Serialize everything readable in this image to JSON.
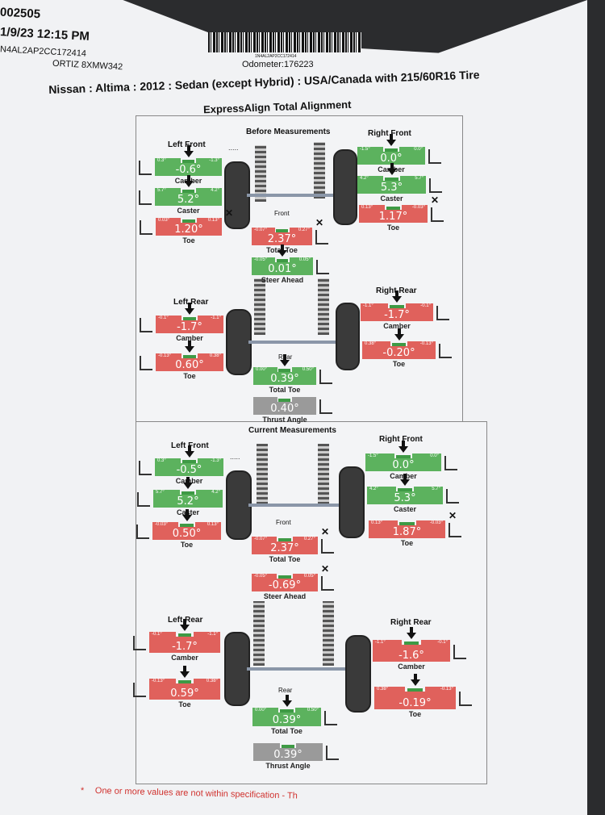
{
  "header": {
    "ro_number": "002505",
    "datetime": "1/9/23 12:15 PM",
    "vin": "N4AL2AP2CC172414",
    "customer": "ORTIZ 8XMW342",
    "barcode_text": "1N4AL2AP2CC172414",
    "odometer": "Odometer:176223",
    "vehicle": "Nissan : Altima : 2012 : Sedan (except Hybrid) : USA/Canada with 215/60R16 Tire",
    "procedure": "ExpressAlign Total Alignment"
  },
  "before": {
    "title": "Before Measurements",
    "corners": {
      "lf": "Left Front",
      "rf": "Right Front",
      "lr": "Left Rear",
      "rr": "Right Rear",
      "front": "Front",
      "rear": "Rear"
    },
    "gauges": {
      "lf_camber": {
        "label": "Camber",
        "value": "-0.6°",
        "min": "0.3°",
        "max": "-1.3°",
        "status": "green",
        "arrow": true,
        "x": false
      },
      "lf_caster": {
        "label": "Caster",
        "value": "5.2°",
        "min": "5.7°",
        "max": "4.2°",
        "status": "green",
        "arrow": true,
        "x": false
      },
      "lf_toe": {
        "label": "Toe",
        "value": "1.20°",
        "min": "0.03°",
        "max": "0.13°",
        "status": "red",
        "arrow": false,
        "x": true
      },
      "rf_camber": {
        "label": "Camber",
        "value": "0.0°",
        "min": "-1.5°",
        "max": "0.0°",
        "status": "green",
        "arrow": true,
        "x": false
      },
      "rf_caster": {
        "label": "Caster",
        "value": "5.3°",
        "min": "4.2°",
        "max": "5.7°",
        "status": "green",
        "arrow": true,
        "x": false
      },
      "rf_toe": {
        "label": "Toe",
        "value": "1.17°",
        "min": "0.13°",
        "max": "-0.03°",
        "status": "red",
        "arrow": false,
        "x": true
      },
      "front_total_toe": {
        "label": "Total Toe",
        "value": "2.37°",
        "min": "-0.07°",
        "max": "0.27°",
        "status": "red",
        "arrow": false,
        "x": true
      },
      "steer_ahead": {
        "label": "Steer Ahead",
        "value": "0.01°",
        "min": "-0.05°",
        "max": "0.05°",
        "status": "green",
        "arrow": true,
        "x": false
      },
      "lr_camber": {
        "label": "Camber",
        "value": "-1.7°",
        "min": "-0.1°",
        "max": "-1.1°",
        "status": "red",
        "arrow": true,
        "x": false
      },
      "lr_toe": {
        "label": "Toe",
        "value": "0.60°",
        "min": "-0.13°",
        "max": "0.38°",
        "status": "red",
        "arrow": true,
        "x": false
      },
      "rr_camber": {
        "label": "Camber",
        "value": "-1.7°",
        "min": "-1.1°",
        "max": "-0.1°",
        "status": "red",
        "arrow": true,
        "x": false
      },
      "rr_toe": {
        "label": "Toe",
        "value": "-0.20°",
        "min": "0.38°",
        "max": "-0.13°",
        "status": "red",
        "arrow": true,
        "x": false
      },
      "rear_total_toe": {
        "label": "Total Toe",
        "value": "0.39°",
        "min": "0.00°",
        "max": "0.50°",
        "status": "green",
        "arrow": true,
        "x": false
      },
      "thrust_angle": {
        "label": "Thrust Angle",
        "value": "0.40°",
        "min": "",
        "max": "",
        "status": "gray",
        "arrow": false,
        "x": false
      }
    }
  },
  "current": {
    "title": "Current Measurements",
    "corners": {
      "lf": "Left Front",
      "rf": "Right Front",
      "lr": "Left Rear",
      "rr": "Right Rear",
      "front": "Front",
      "rear": "Rear"
    },
    "gauges": {
      "lf_camber": {
        "label": "Camber",
        "value": "-0.5°",
        "min": "0.3°",
        "max": "-1.3°",
        "status": "green",
        "arrow": true,
        "x": false
      },
      "lf_caster": {
        "label": "Caster",
        "value": "5.2°",
        "min": "5.7°",
        "max": "4.2°",
        "status": "green",
        "arrow": true,
        "x": false
      },
      "lf_toe": {
        "label": "Toe",
        "value": "0.50°",
        "min": "-0.03°",
        "max": "0.13°",
        "status": "red",
        "arrow": true,
        "x": false
      },
      "rf_camber": {
        "label": "Camber",
        "value": "0.0°",
        "min": "-1.5°",
        "max": "0.0°",
        "status": "green",
        "arrow": true,
        "x": false
      },
      "rf_caster": {
        "label": "Caster",
        "value": "5.3°",
        "min": "4.2°",
        "max": "5.7°",
        "status": "green",
        "arrow": true,
        "x": false
      },
      "rf_toe": {
        "label": "Toe",
        "value": "1.87°",
        "min": "0.13°",
        "max": "-0.03°",
        "status": "red",
        "arrow": false,
        "x": true
      },
      "front_total_toe": {
        "label": "Total Toe",
        "value": "2.37°",
        "min": "-0.07°",
        "max": "0.27°",
        "status": "red",
        "arrow": false,
        "x": true
      },
      "steer_ahead": {
        "label": "Steer Ahead",
        "value": "-0.69°",
        "min": "-0.05°",
        "max": "0.05°",
        "status": "red",
        "arrow": false,
        "x": true
      },
      "lr_camber": {
        "label": "Camber",
        "value": "-1.7°",
        "min": "-0.1°",
        "max": "-1.1°",
        "status": "red",
        "arrow": true,
        "x": false
      },
      "lr_toe": {
        "label": "Toe",
        "value": "0.59°",
        "min": "-0.13°",
        "max": "0.38°",
        "status": "red",
        "arrow": true,
        "x": false
      },
      "rr_camber": {
        "label": "Camber",
        "value": "-1.6°",
        "min": "-1.1°",
        "max": "-0.1°",
        "status": "red",
        "arrow": true,
        "x": false
      },
      "rr_toe": {
        "label": "Toe",
        "value": "-0.19°",
        "min": "0.38°",
        "max": "-0.13°",
        "status": "red",
        "arrow": true,
        "x": false
      },
      "rear_total_toe": {
        "label": "Total Toe",
        "value": "0.39°",
        "min": "0.00°",
        "max": "0.50°",
        "status": "green",
        "arrow": true,
        "x": false
      },
      "thrust_angle": {
        "label": "Thrust Angle",
        "value": "0.39°",
        "min": "",
        "max": "",
        "status": "gray",
        "arrow": false,
        "x": false
      }
    }
  },
  "footer": {
    "bullet": "*",
    "note": "One or more values are not within specification - Th"
  },
  "colors": {
    "in_spec": "#5cb25e",
    "out_of_spec": "#e0615c",
    "neutral": "#9a9a9a",
    "note": "#d0312d"
  }
}
